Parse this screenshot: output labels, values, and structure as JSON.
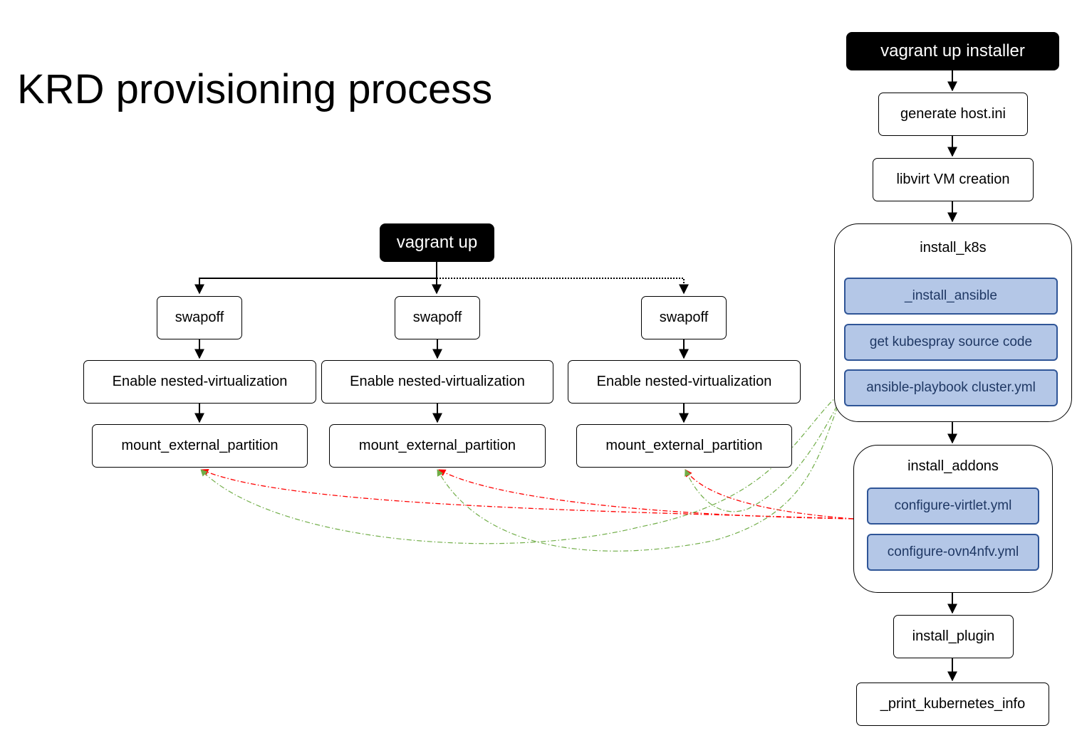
{
  "title": "KRD provisioning process",
  "left_flow": {
    "root": "vagrant up",
    "columns": [
      {
        "swapoff": "swapoff",
        "nested": "Enable nested-virtualization",
        "mount": "mount_external_partition"
      },
      {
        "swapoff": "swapoff",
        "nested": "Enable nested-virtualization",
        "mount": "mount_external_partition"
      },
      {
        "swapoff": "swapoff",
        "nested": "Enable nested-virtualization",
        "mount": "mount_external_partition"
      }
    ]
  },
  "right_flow": {
    "root": "vagrant up installer",
    "generate_host": "generate host.ini",
    "libvirt": "libvirt VM creation",
    "install_k8s": {
      "label": "install_k8s",
      "steps": [
        "_install_ansible",
        "get kubespray source  code",
        "ansible-playbook  cluster.yml"
      ]
    },
    "install_addons": {
      "label": "install_addons",
      "steps": [
        "configure-virtlet.yml",
        "configure-ovn4nfv.yml"
      ]
    },
    "install_plugin": "install_plugin",
    "print_info": "_print_kubernetes_info"
  },
  "colors": {
    "dark_node": "#000000",
    "blue_fill": "#b4c7e7",
    "blue_border": "#2f5597",
    "blue_text": "#1f3864",
    "red_link": "#ff0000",
    "green_link": "#70ad47"
  }
}
